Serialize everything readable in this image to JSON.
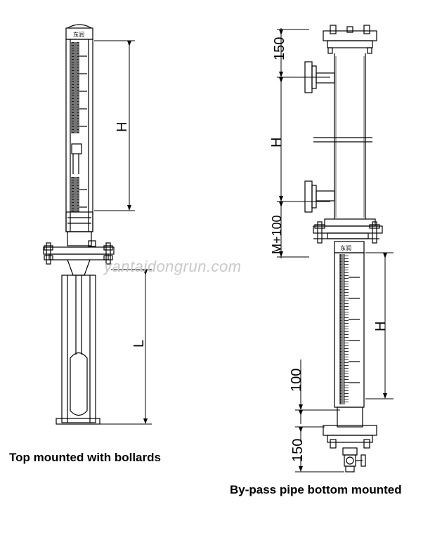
{
  "captions": {
    "left": "Top mounted with bollards",
    "right": "By-pass pipe bottom mounted"
  },
  "watermark": "yantaidongrun.com",
  "left_dimensions": {
    "h": "H",
    "l": "L"
  },
  "right_dimensions": {
    "top_150": "150",
    "h_upper": "H",
    "m_plus_100": "M+100",
    "h_lower": "H",
    "d_100": "100",
    "bottom_150": "150"
  },
  "nameplate_text": "东润"
}
